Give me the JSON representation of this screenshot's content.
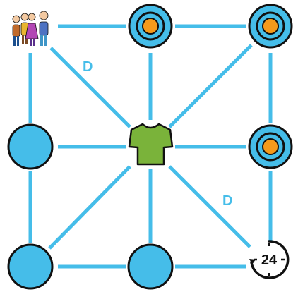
{
  "diagram": {
    "colors": {
      "edge": "#45bde9",
      "node_fill": "#45bde9",
      "node_stroke": "#111111",
      "inner_dot": "#f59a1b",
      "shirt": "#7ab33a",
      "label": "#45bde9"
    },
    "edge_labels": [
      "D",
      "D"
    ],
    "nodes": [
      {
        "id": "people",
        "kind": "people-icon"
      },
      {
        "id": "top-middle",
        "kind": "ring-with-dot"
      },
      {
        "id": "top-right",
        "kind": "ring-with-dot"
      },
      {
        "id": "middle-left",
        "kind": "circle"
      },
      {
        "id": "center",
        "kind": "shirt-icon"
      },
      {
        "id": "middle-right",
        "kind": "ring-with-dot"
      },
      {
        "id": "bottom-left",
        "kind": "circle"
      },
      {
        "id": "bottom-middle",
        "kind": "circle"
      },
      {
        "id": "bottom-right",
        "kind": "clock-24-icon"
      }
    ],
    "clock_text": "24"
  }
}
